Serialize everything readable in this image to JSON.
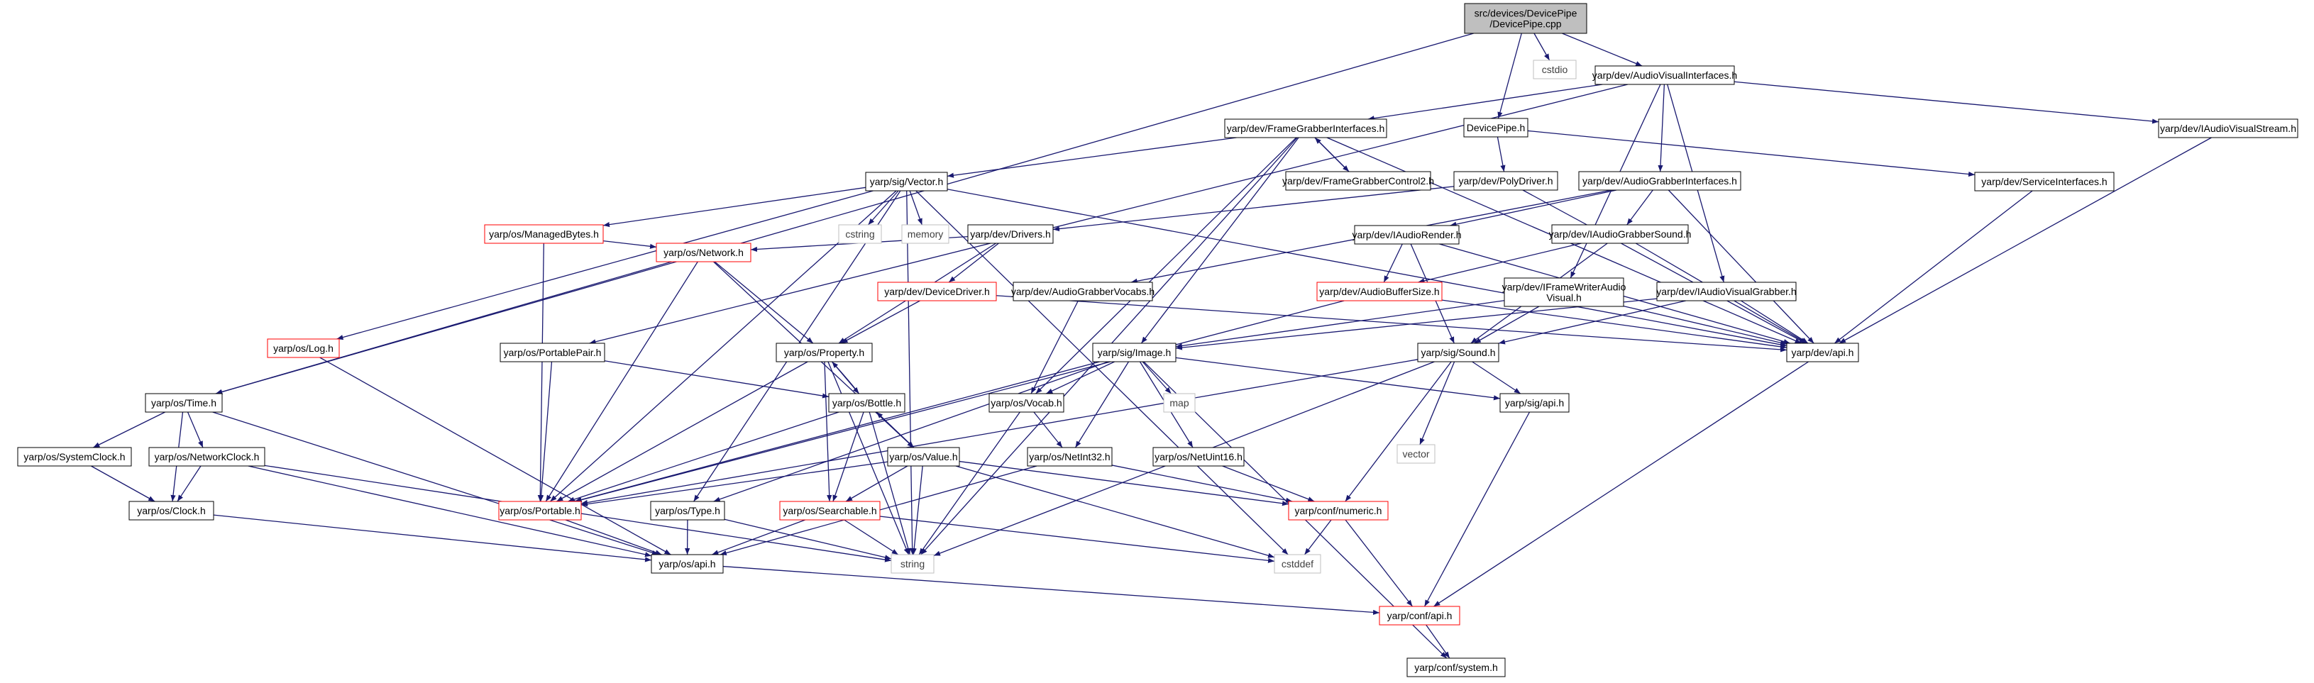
{
  "graph": {
    "nodes": [
      {
        "id": "root",
        "lines": [
          "src/devices/DevicePipe",
          "/DevicePipe.cpp"
        ],
        "style": "root"
      },
      {
        "id": "cstdio",
        "lines": [
          "cstdio"
        ],
        "style": "external"
      },
      {
        "id": "avi",
        "lines": [
          "yarp/dev/AudioVisualInterfaces.h"
        ],
        "style": "normal"
      },
      {
        "id": "pipe",
        "lines": [
          "DevicePipe.h"
        ],
        "style": "normal"
      },
      {
        "id": "fgi",
        "lines": [
          "yarp/dev/FrameGrabberInterfaces.h"
        ],
        "style": "normal"
      },
      {
        "id": "iavs",
        "lines": [
          "yarp/dev/IAudioVisualStream.h"
        ],
        "style": "normal"
      },
      {
        "id": "fgc2",
        "lines": [
          "yarp/dev/FrameGrabberControl2.h"
        ],
        "style": "normal"
      },
      {
        "id": "vector",
        "lines": [
          "yarp/sig/Vector.h"
        ],
        "style": "normal"
      },
      {
        "id": "poly",
        "lines": [
          "yarp/dev/PolyDriver.h"
        ],
        "style": "normal"
      },
      {
        "id": "agi",
        "lines": [
          "yarp/dev/AudioGrabberInterfaces.h"
        ],
        "style": "normal"
      },
      {
        "id": "svc",
        "lines": [
          "yarp/dev/ServiceInterfaces.h"
        ],
        "style": "normal"
      },
      {
        "id": "cstring",
        "lines": [
          "cstring"
        ],
        "style": "external"
      },
      {
        "id": "memory",
        "lines": [
          "memory"
        ],
        "style": "external"
      },
      {
        "id": "mbytes",
        "lines": [
          "yarp/os/ManagedBytes.h"
        ],
        "style": "red"
      },
      {
        "id": "drivers",
        "lines": [
          "yarp/dev/Drivers.h"
        ],
        "style": "normal"
      },
      {
        "id": "iar",
        "lines": [
          "yarp/dev/IAudioRender.h"
        ],
        "style": "normal"
      },
      {
        "id": "iags",
        "lines": [
          "yarp/dev/IAudioGrabberSound.h"
        ],
        "style": "normal"
      },
      {
        "id": "network",
        "lines": [
          "yarp/os/Network.h"
        ],
        "style": "red"
      },
      {
        "id": "ddriver",
        "lines": [
          "yarp/dev/DeviceDriver.h"
        ],
        "style": "red"
      },
      {
        "id": "agv",
        "lines": [
          "yarp/dev/AudioGrabberVocabs.h"
        ],
        "style": "normal"
      },
      {
        "id": "abs",
        "lines": [
          "yarp/dev/AudioBufferSize.h"
        ],
        "style": "red"
      },
      {
        "id": "ifwav",
        "lines": [
          "yarp/dev/IFrameWriterAudio",
          "Visual.h"
        ],
        "style": "normal"
      },
      {
        "id": "iavg",
        "lines": [
          "yarp/dev/IAudioVisualGrabber.h"
        ],
        "style": "normal"
      },
      {
        "id": "log",
        "lines": [
          "yarp/os/Log.h"
        ],
        "style": "red"
      },
      {
        "id": "ppair",
        "lines": [
          "yarp/os/PortablePair.h"
        ],
        "style": "normal"
      },
      {
        "id": "property",
        "lines": [
          "yarp/os/Property.h"
        ],
        "style": "normal"
      },
      {
        "id": "image",
        "lines": [
          "yarp/sig/Image.h"
        ],
        "style": "normal"
      },
      {
        "id": "sound",
        "lines": [
          "yarp/sig/Sound.h"
        ],
        "style": "normal"
      },
      {
        "id": "devapi",
        "lines": [
          "yarp/dev/api.h"
        ],
        "style": "normal"
      },
      {
        "id": "time",
        "lines": [
          "yarp/os/Time.h"
        ],
        "style": "normal"
      },
      {
        "id": "bottle",
        "lines": [
          "yarp/os/Bottle.h"
        ],
        "style": "normal"
      },
      {
        "id": "vocab",
        "lines": [
          "yarp/os/Vocab.h"
        ],
        "style": "normal"
      },
      {
        "id": "map",
        "lines": [
          "map"
        ],
        "style": "external"
      },
      {
        "id": "vectorstd",
        "lines": [
          "vector"
        ],
        "style": "external"
      },
      {
        "id": "sigapi",
        "lines": [
          "yarp/sig/api.h"
        ],
        "style": "normal"
      },
      {
        "id": "sysclock",
        "lines": [
          "yarp/os/SystemClock.h"
        ],
        "style": "normal"
      },
      {
        "id": "netclock",
        "lines": [
          "yarp/os/NetworkClock.h"
        ],
        "style": "normal"
      },
      {
        "id": "value",
        "lines": [
          "yarp/os/Value.h"
        ],
        "style": "normal"
      },
      {
        "id": "nint32",
        "lines": [
          "yarp/os/NetInt32.h"
        ],
        "style": "normal"
      },
      {
        "id": "nuint16",
        "lines": [
          "yarp/os/NetUint16.h"
        ],
        "style": "normal"
      },
      {
        "id": "clock",
        "lines": [
          "yarp/os/Clock.h"
        ],
        "style": "normal"
      },
      {
        "id": "portable",
        "lines": [
          "yarp/os/Portable.h"
        ],
        "style": "red"
      },
      {
        "id": "type",
        "lines": [
          "yarp/os/Type.h"
        ],
        "style": "normal"
      },
      {
        "id": "searchable",
        "lines": [
          "yarp/os/Searchable.h"
        ],
        "style": "red"
      },
      {
        "id": "numeric",
        "lines": [
          "yarp/conf/numeric.h"
        ],
        "style": "red"
      },
      {
        "id": "string",
        "lines": [
          "string"
        ],
        "style": "external"
      },
      {
        "id": "osapi",
        "lines": [
          "yarp/os/api.h"
        ],
        "style": "normal"
      },
      {
        "id": "cstddef",
        "lines": [
          "cstddef"
        ],
        "style": "external"
      },
      {
        "id": "confapi",
        "lines": [
          "yarp/conf/api.h"
        ],
        "style": "red"
      },
      {
        "id": "system",
        "lines": [
          "yarp/conf/system.h"
        ],
        "style": "normal"
      }
    ],
    "edges": [
      [
        "root",
        "cstdio"
      ],
      [
        "root",
        "avi"
      ],
      [
        "root",
        "pipe"
      ],
      [
        "root",
        "time"
      ],
      [
        "avi",
        "fgi"
      ],
      [
        "avi",
        "iavs"
      ],
      [
        "avi",
        "agi"
      ],
      [
        "avi",
        "iavg"
      ],
      [
        "avi",
        "ifwav"
      ],
      [
        "avi",
        "ppair"
      ],
      [
        "pipe",
        "poly"
      ],
      [
        "pipe",
        "svc"
      ],
      [
        "fgi",
        "fgc2"
      ],
      [
        "fgc2",
        "fgi"
      ],
      [
        "fgi",
        "vector"
      ],
      [
        "fgi",
        "image"
      ],
      [
        "fgi",
        "vocab"
      ],
      [
        "fgi",
        "devapi"
      ],
      [
        "fgi",
        "string"
      ],
      [
        "iavs",
        "devapi"
      ],
      [
        "svc",
        "devapi"
      ],
      [
        "vector",
        "cstring"
      ],
      [
        "vector",
        "memory"
      ],
      [
        "vector",
        "mbytes"
      ],
      [
        "vector",
        "log"
      ],
      [
        "vector",
        "type"
      ],
      [
        "vector",
        "portable"
      ],
      [
        "vector",
        "string"
      ],
      [
        "vector",
        "cstddef"
      ],
      [
        "vector",
        "devapi"
      ],
      [
        "poly",
        "drivers"
      ],
      [
        "poly",
        "devapi"
      ],
      [
        "agi",
        "iar"
      ],
      [
        "agi",
        "iags"
      ],
      [
        "agi",
        "agv"
      ],
      [
        "agi",
        "devapi"
      ],
      [
        "mbytes",
        "network"
      ],
      [
        "mbytes",
        "portable"
      ],
      [
        "drivers",
        "network"
      ],
      [
        "drivers",
        "ddriver"
      ],
      [
        "drivers",
        "property"
      ],
      [
        "iar",
        "abs"
      ],
      [
        "iar",
        "sound"
      ],
      [
        "iar",
        "devapi"
      ],
      [
        "iags",
        "abs"
      ],
      [
        "iags",
        "sound"
      ],
      [
        "iags",
        "devapi"
      ],
      [
        "network",
        "time"
      ],
      [
        "network",
        "property"
      ],
      [
        "network",
        "value"
      ],
      [
        "network",
        "portable"
      ],
      [
        "ddriver",
        "property"
      ],
      [
        "ddriver",
        "devapi"
      ],
      [
        "agv",
        "vocab"
      ],
      [
        "abs",
        "portable"
      ],
      [
        "abs",
        "devapi"
      ],
      [
        "ifwav",
        "image"
      ],
      [
        "ifwav",
        "sound"
      ],
      [
        "ifwav",
        "devapi"
      ],
      [
        "iavg",
        "image"
      ],
      [
        "iavg",
        "sound"
      ],
      [
        "iavg",
        "devapi"
      ],
      [
        "log",
        "osapi"
      ],
      [
        "ppair",
        "portable"
      ],
      [
        "ppair",
        "bottle"
      ],
      [
        "property",
        "bottle"
      ],
      [
        "property",
        "portable"
      ],
      [
        "property",
        "searchable"
      ],
      [
        "property",
        "string"
      ],
      [
        "image",
        "portable"
      ],
      [
        "image",
        "vocab"
      ],
      [
        "image",
        "type"
      ],
      [
        "image",
        "nint32"
      ],
      [
        "image",
        "nuint16"
      ],
      [
        "image",
        "map"
      ],
      [
        "image",
        "sigapi"
      ],
      [
        "image",
        "system"
      ],
      [
        "sound",
        "vectorstd"
      ],
      [
        "sound",
        "sigapi"
      ],
      [
        "sound",
        "numeric"
      ],
      [
        "sound",
        "string"
      ],
      [
        "sound",
        "portable"
      ],
      [
        "devapi",
        "confapi"
      ],
      [
        "time",
        "sysclock"
      ],
      [
        "time",
        "netclock"
      ],
      [
        "time",
        "clock"
      ],
      [
        "time",
        "osapi"
      ],
      [
        "bottle",
        "property"
      ],
      [
        "bottle",
        "value"
      ],
      [
        "bottle",
        "portable"
      ],
      [
        "bottle",
        "searchable"
      ],
      [
        "bottle",
        "string"
      ],
      [
        "value",
        "bottle"
      ],
      [
        "value",
        "portable"
      ],
      [
        "value",
        "searchable"
      ],
      [
        "value",
        "string"
      ],
      [
        "value",
        "numeric"
      ],
      [
        "value",
        "cstddef"
      ],
      [
        "vocab",
        "nint32"
      ],
      [
        "vocab",
        "string"
      ],
      [
        "sigapi",
        "confapi"
      ],
      [
        "sysclock",
        "clock"
      ],
      [
        "netclock",
        "clock"
      ],
      [
        "netclock",
        "osapi"
      ],
      [
        "netclock",
        "string"
      ],
      [
        "nint32",
        "numeric"
      ],
      [
        "nint32",
        "osapi"
      ],
      [
        "nuint16",
        "numeric"
      ],
      [
        "clock",
        "osapi"
      ],
      [
        "portable",
        "osapi"
      ],
      [
        "type",
        "osapi"
      ],
      [
        "type",
        "string"
      ],
      [
        "searchable",
        "osapi"
      ],
      [
        "searchable",
        "string"
      ],
      [
        "searchable",
        "cstddef"
      ],
      [
        "numeric",
        "cstddef"
      ],
      [
        "numeric",
        "confapi"
      ],
      [
        "osapi",
        "confapi"
      ],
      [
        "confapi",
        "system"
      ]
    ]
  },
  "colors": {
    "edge": "#191970",
    "box_border": "#000000",
    "root_fill": "#bfbfbf",
    "red_border": "#ff0000",
    "external_border": "#bfbfbf",
    "external_text": "#404040",
    "text": "#000000"
  }
}
